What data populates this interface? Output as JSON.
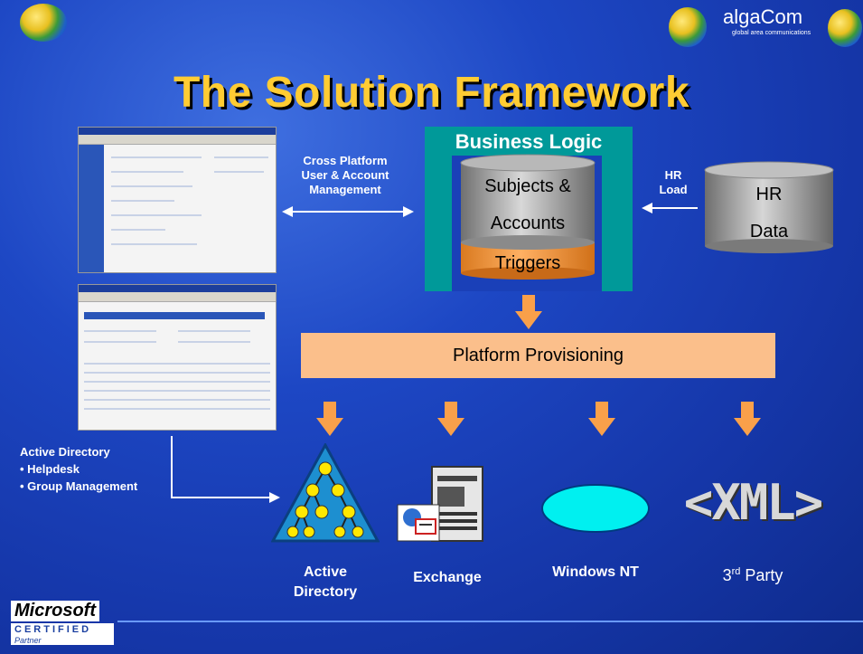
{
  "title": "The Solution Framework",
  "brand": {
    "name": "algaCom",
    "tagline": "global area communications"
  },
  "cross_platform_label": [
    "Cross Platform",
    "User & Account",
    "Management"
  ],
  "business_logic": {
    "title": "Business Logic",
    "cylinder_line1": "Subjects &",
    "cylinder_line2": "Accounts",
    "triggers": "Triggers"
  },
  "hr_load_label": [
    "HR",
    "Load"
  ],
  "hr_data": {
    "line1": "HR",
    "line2": "Data"
  },
  "provisioning": "Platform Provisioning",
  "ad_note": {
    "heading": "Active Directory",
    "items": [
      "• Helpdesk",
      "• Group Management"
    ]
  },
  "targets": [
    {
      "line1": "Active",
      "line2": "Directory",
      "icon": "active-directory-icon"
    },
    {
      "line1": "Exchange",
      "icon": "exchange-server-icon"
    },
    {
      "line1": "Windows NT",
      "icon": "windows-nt-ellipse"
    },
    {
      "line1_pre": "3",
      "line1_sup": "rd",
      "line1_post": " Party",
      "icon": "xml-icon"
    }
  ],
  "xml_text": "<XML>",
  "ms_logo": {
    "brand": "Microsoft",
    "certified": "CERTIFIED",
    "partner": "Partner"
  },
  "colors": {
    "background": "#1a40b8",
    "title": "#ffcc33",
    "teal": "#009999",
    "cylinder": "#999999",
    "triggers": "#f59a3c",
    "provisioning": "#fbbf8b",
    "arrow": "#f9a04a",
    "windows_nt": "#00f0f0"
  }
}
